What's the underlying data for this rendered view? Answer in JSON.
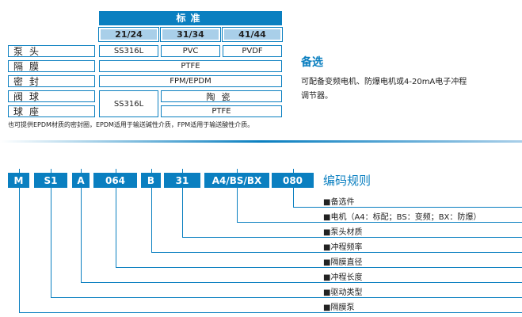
{
  "table": {
    "header": "标准",
    "columns": [
      "21/24",
      "31/34",
      "41/44"
    ],
    "rows": [
      {
        "label": "泵头",
        "values": [
          "SS316L",
          "PVC",
          "PVDF"
        ]
      },
      {
        "label": "隔膜",
        "values": [
          "PTFE"
        ]
      },
      {
        "label": "密封",
        "values": [
          "FPM/EPDM"
        ]
      },
      {
        "label": "阀球",
        "values": [
          "SS316L",
          "陶瓷"
        ]
      },
      {
        "label": "球座",
        "values": [
          "PTFE"
        ]
      }
    ],
    "note": "也可提供EPDM材质的密封圈，EPDM适用于输送碱性介质，FPM适用于输送酸性介质。"
  },
  "options": {
    "title": "备选",
    "description_line1": "可配备变频电机、防爆电机或4-20mA电子冲程",
    "description_line2": "调节器。"
  },
  "coding": {
    "title": "编码规则",
    "codes": [
      "M",
      "S1",
      "A",
      "064",
      "B",
      "31",
      "A4/BS/BX",
      "080"
    ],
    "legend": [
      "备选件",
      "电机（A4：标配；BS：变频；BX：防爆）",
      "泵头材质",
      "冲程频率",
      "隔膜直径",
      "冲程长度",
      "驱动类型",
      "隔膜泵"
    ]
  },
  "colors": {
    "accent": "#0a7fc0",
    "light": "#a9cfe9"
  }
}
